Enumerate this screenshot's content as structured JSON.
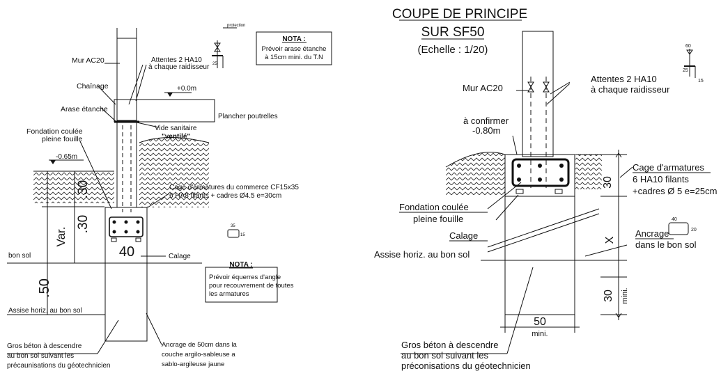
{
  "left": {
    "mur": "Mur AC20",
    "attentes": [
      "Attentes 2 HA10",
      "à chaque raidisseur"
    ],
    "protection": "protection",
    "nota1_title": "NOTA :",
    "nota1_lines": [
      "Prévoir arase étanche",
      "à 15cm mini. du T.N"
    ],
    "chainage": "Chaînage",
    "level0": "+0.0m",
    "arase": "Arase étanche",
    "plancher": "Plancher poutrelles",
    "vide_sanitaire": "Vide sanitaire",
    "ventile": "\"ventilé\"",
    "fondation": [
      "Fondation coulée",
      "pleine fouille"
    ],
    "level_065": "-0.65m",
    "cage": [
      "Cage d'armatures du commerce CF15x35",
      "6 HA8 filants + cadres Ø4.5 e=30cm"
    ],
    "cadre_35": "35",
    "cadre_15": "15",
    "var": "Var.",
    "dim30a": ".30",
    "dim30b": ".30",
    "dim40": "40",
    "dim50": ".50",
    "calage": "Calage",
    "bon_sol": "bon sol",
    "nota2_title": "NOTA :",
    "nota2_lines": [
      "Prévoir équerres d'angle",
      "pour recouvrement de toutes",
      "les armatures"
    ],
    "assise": "Assise horiz. au bon sol",
    "gros_beton": [
      "Gros béton à descendre",
      "au bon sol suivant les",
      "précaunisations du géotechnicien"
    ],
    "ancrage": [
      "Ancrage de 50cm dans la",
      "couche argilo-sableuse a",
      "sablo-argileuse jaune"
    ],
    "scale_25": "25"
  },
  "right": {
    "title1": "COUPE DE PRINCIPE",
    "title2": "SUR SF50",
    "scale": "(Echelle : 1/20)",
    "mur": "Mur AC20",
    "attentes": [
      "Attentes 2 HA10",
      "à chaque raidisseur"
    ],
    "confirm": [
      "à confirmer",
      "-0.80m"
    ],
    "cage": [
      "Cage d'armatures",
      "6 HA10 filants",
      "+cadres Ø 5 e=25cm"
    ],
    "cadre_40": "40",
    "cadre_20": "20",
    "fondation": [
      "Fondation coulée",
      "pleine fouille"
    ],
    "calage": "Calage",
    "ancrage": [
      "Ancrage",
      "dans le bon sol"
    ],
    "assise": "Assise horiz. au bon sol",
    "dim30a": "30",
    "dimX": "X",
    "dim30b": "30",
    "mini": "mini.",
    "dim50": "50",
    "mini50": "mini.",
    "gros_beton": [
      "Gros béton à descendre",
      "au bon sol suivant les",
      "préconisations du géotechnicien"
    ],
    "sym60": "60",
    "sym25": "25",
    "sym15": "15"
  }
}
